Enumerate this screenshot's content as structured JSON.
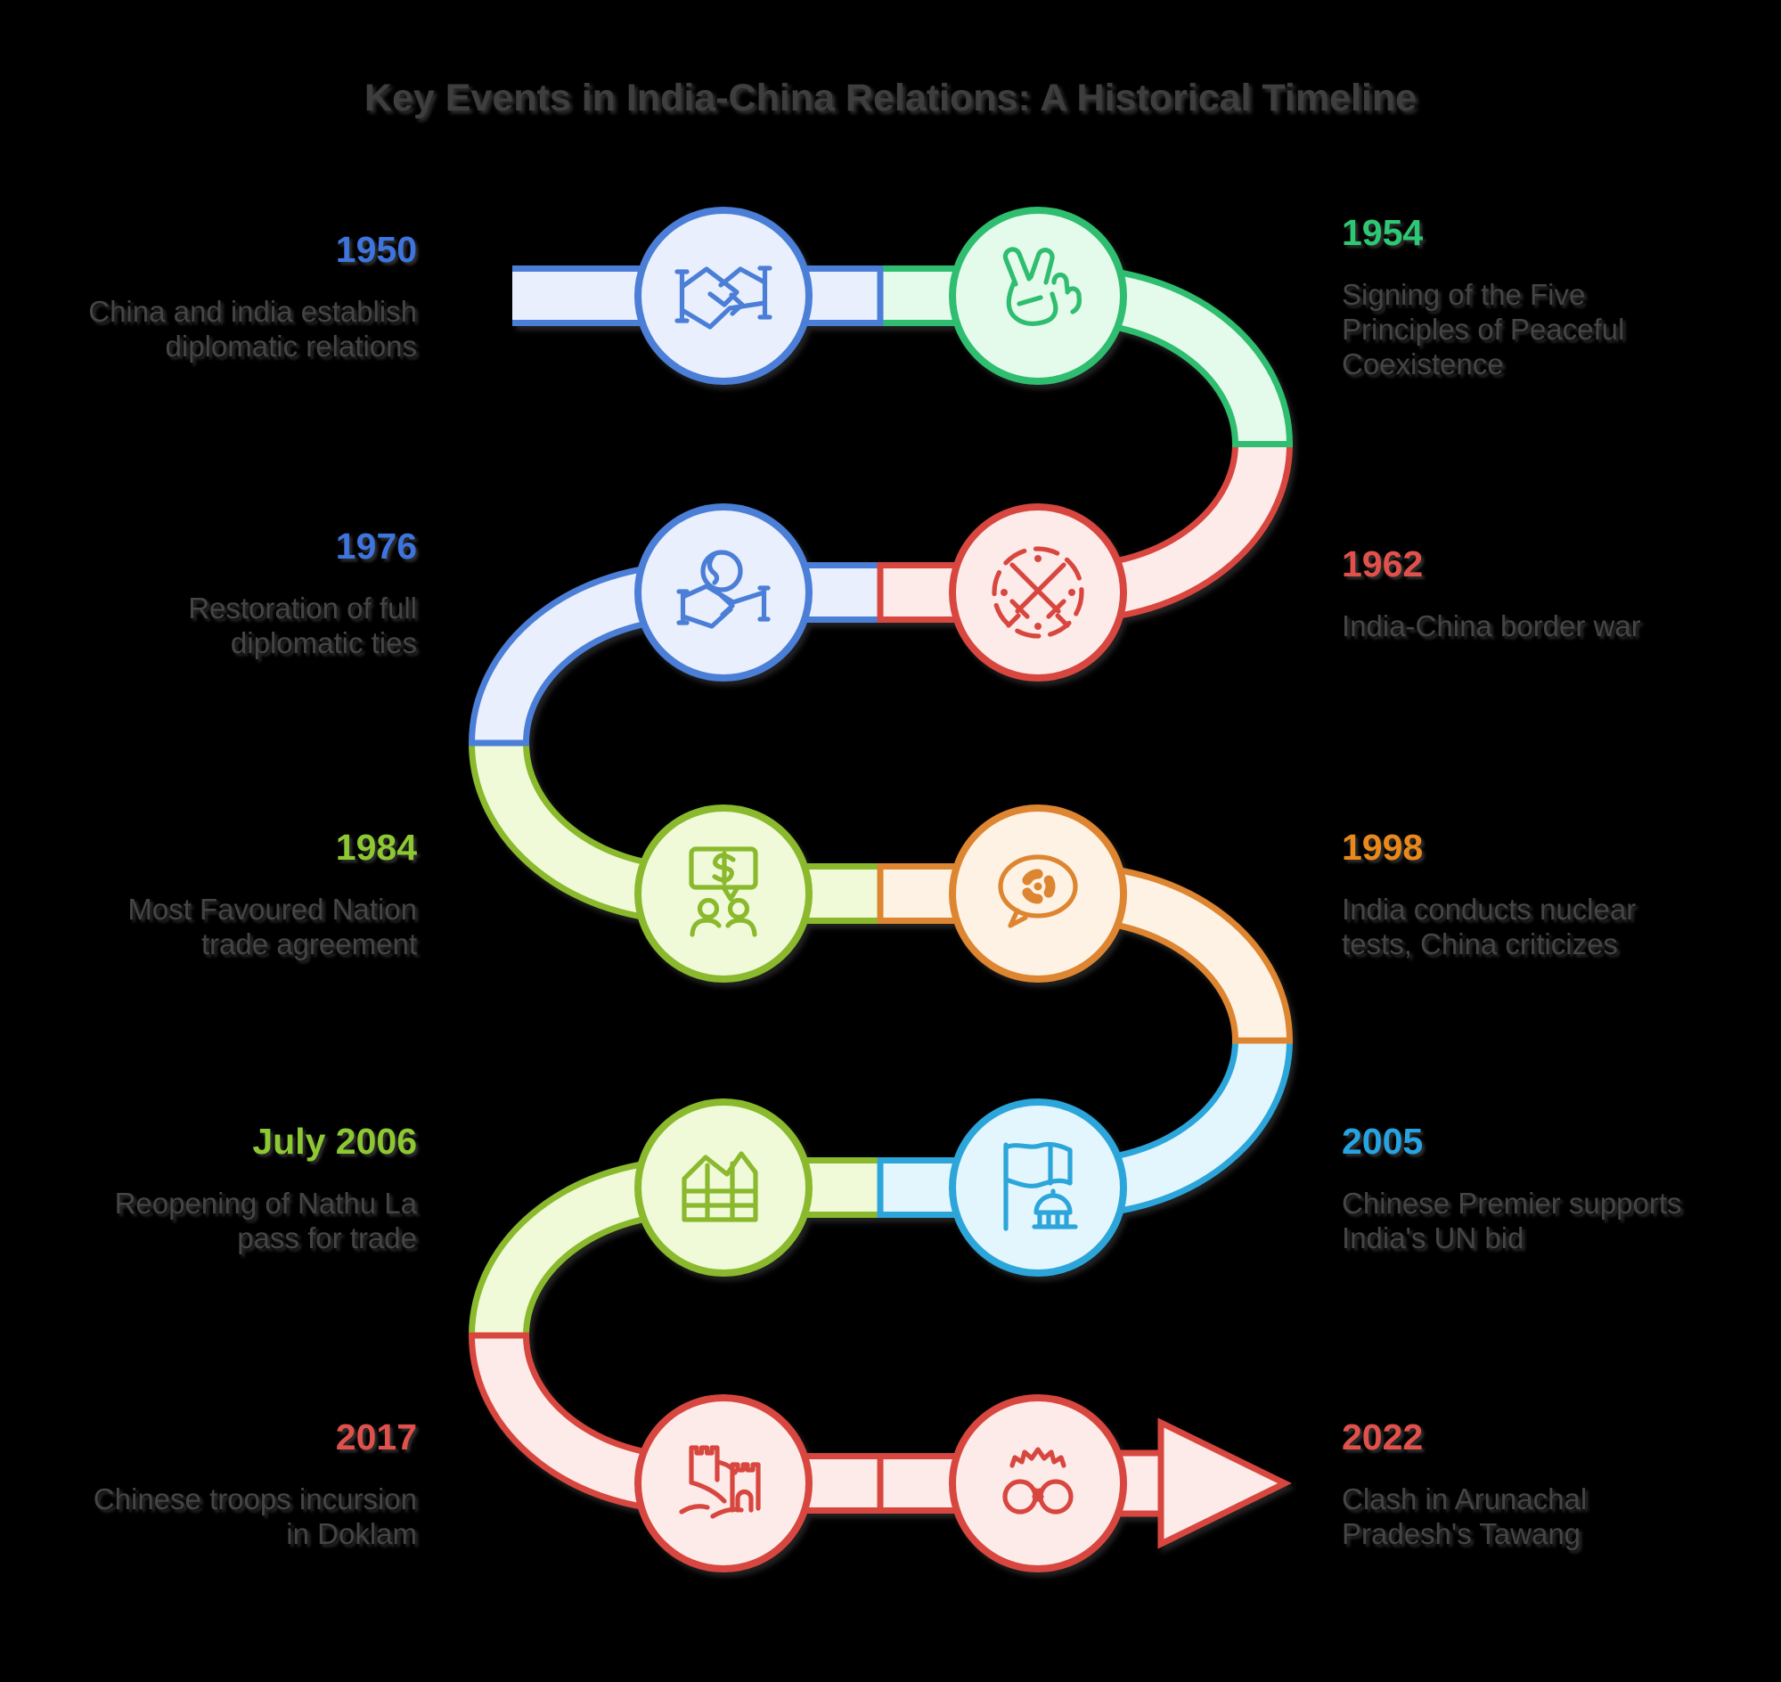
{
  "title": "Key Events in India-China Relations: A Historical Timeline",
  "colors": {
    "background": "#000000",
    "title_text": "#3e3e3e",
    "body_text": "#454545",
    "blue_border": "#4b7ed7",
    "blue_fill": "#e9effc",
    "blue_year": "#3e74de",
    "green_border": "#2fbd70",
    "green_fill": "#e4fbec",
    "green_year": "#2dc873",
    "red_border": "#d8473f",
    "red_fill": "#fcebe9",
    "red_year": "#e1514b",
    "lime_border": "#8ab92d",
    "lime_fill": "#f0fad8",
    "lime_year": "#8dc832",
    "orange_border": "#dd8530",
    "orange_fill": "#fdf2e3",
    "orange_year": "#e9891c",
    "cyan_border": "#2ca6da",
    "cyan_fill": "#e4f6fd",
    "cyan_year": "#27a3e2"
  },
  "events": [
    {
      "year": "1950",
      "side": "left",
      "color": "blue",
      "icon": "handshake-icon",
      "desc_lines": [
        "China and india establish",
        "diplomatic relations"
      ]
    },
    {
      "year": "1954",
      "side": "right",
      "color": "green",
      "icon": "victory-hand-icon",
      "desc_lines": [
        "Signing of the Five",
        "Principles of Peaceful",
        "Coexistence"
      ]
    },
    {
      "year": "1962",
      "side": "right",
      "color": "red",
      "icon": "crossed-swords-icon",
      "desc_lines": [
        "India-China border war"
      ]
    },
    {
      "year": "1976",
      "side": "left",
      "color": "blue",
      "icon": "globe-handshake-icon",
      "desc_lines": [
        "Restoration of full",
        "diplomatic ties"
      ]
    },
    {
      "year": "1984",
      "side": "left",
      "color": "lime",
      "icon": "money-talk-icon",
      "desc_lines": [
        "Most Favoured Nation",
        "trade agreement"
      ]
    },
    {
      "year": "1998",
      "side": "right",
      "color": "orange",
      "icon": "nuclear-speech-icon",
      "desc_lines": [
        "India conducts nuclear",
        "tests, China criticizes"
      ]
    },
    {
      "year": "2005",
      "side": "right",
      "color": "cyan",
      "icon": "flag-building-icon",
      "desc_lines": [
        "Chinese Premier supports",
        "India's UN bid"
      ]
    },
    {
      "year": "July 2006",
      "side": "left",
      "color": "lime",
      "icon": "trade-chart-icon",
      "desc_lines": [
        "Reopening of Nathu La",
        "pass for trade"
      ]
    },
    {
      "year": "2017",
      "side": "left",
      "color": "red",
      "icon": "great-wall-icon",
      "desc_lines": [
        "Chinese troops incursion",
        "in Doklam"
      ]
    },
    {
      "year": "2022",
      "side": "right",
      "color": "red",
      "icon": "conflict-faces-icon",
      "desc_lines": [
        "Clash in Arunachal",
        "Pradesh's Tawang"
      ]
    }
  ]
}
